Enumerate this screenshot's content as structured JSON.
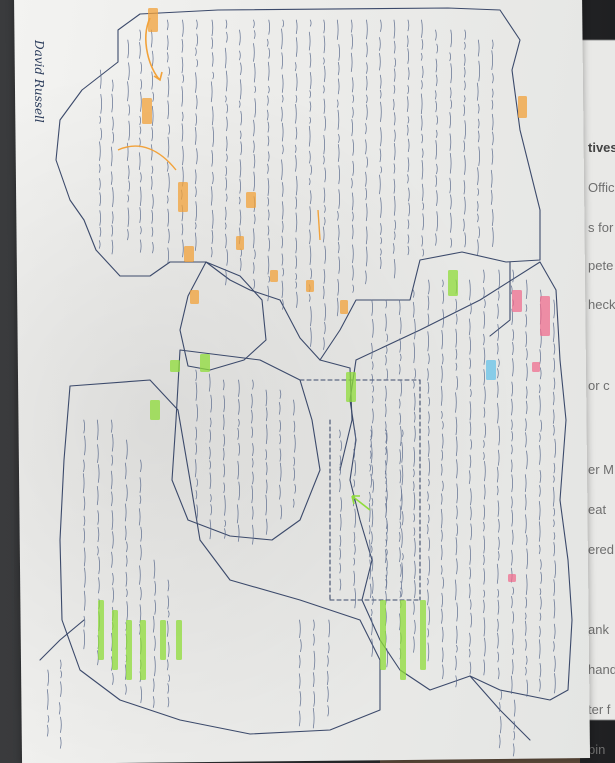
{
  "photo": {
    "subject": "handwritten-mind-map-on-paper",
    "author_signature": "David Russell"
  },
  "colors": {
    "ink": "#3c4a6b",
    "highlight_orange": "#f2a23a",
    "highlight_green": "#8fdc3a",
    "highlight_pink": "#ef6f8f",
    "highlight_blue": "#67c3e8",
    "paper": "#ececea"
  },
  "screen_text": [
    "tives",
    "Offic",
    "s for",
    "pete",
    "heck",
    "or c",
    "er M",
    "eat",
    "ered",
    "ank",
    "hand",
    "ter f",
    "bin"
  ]
}
